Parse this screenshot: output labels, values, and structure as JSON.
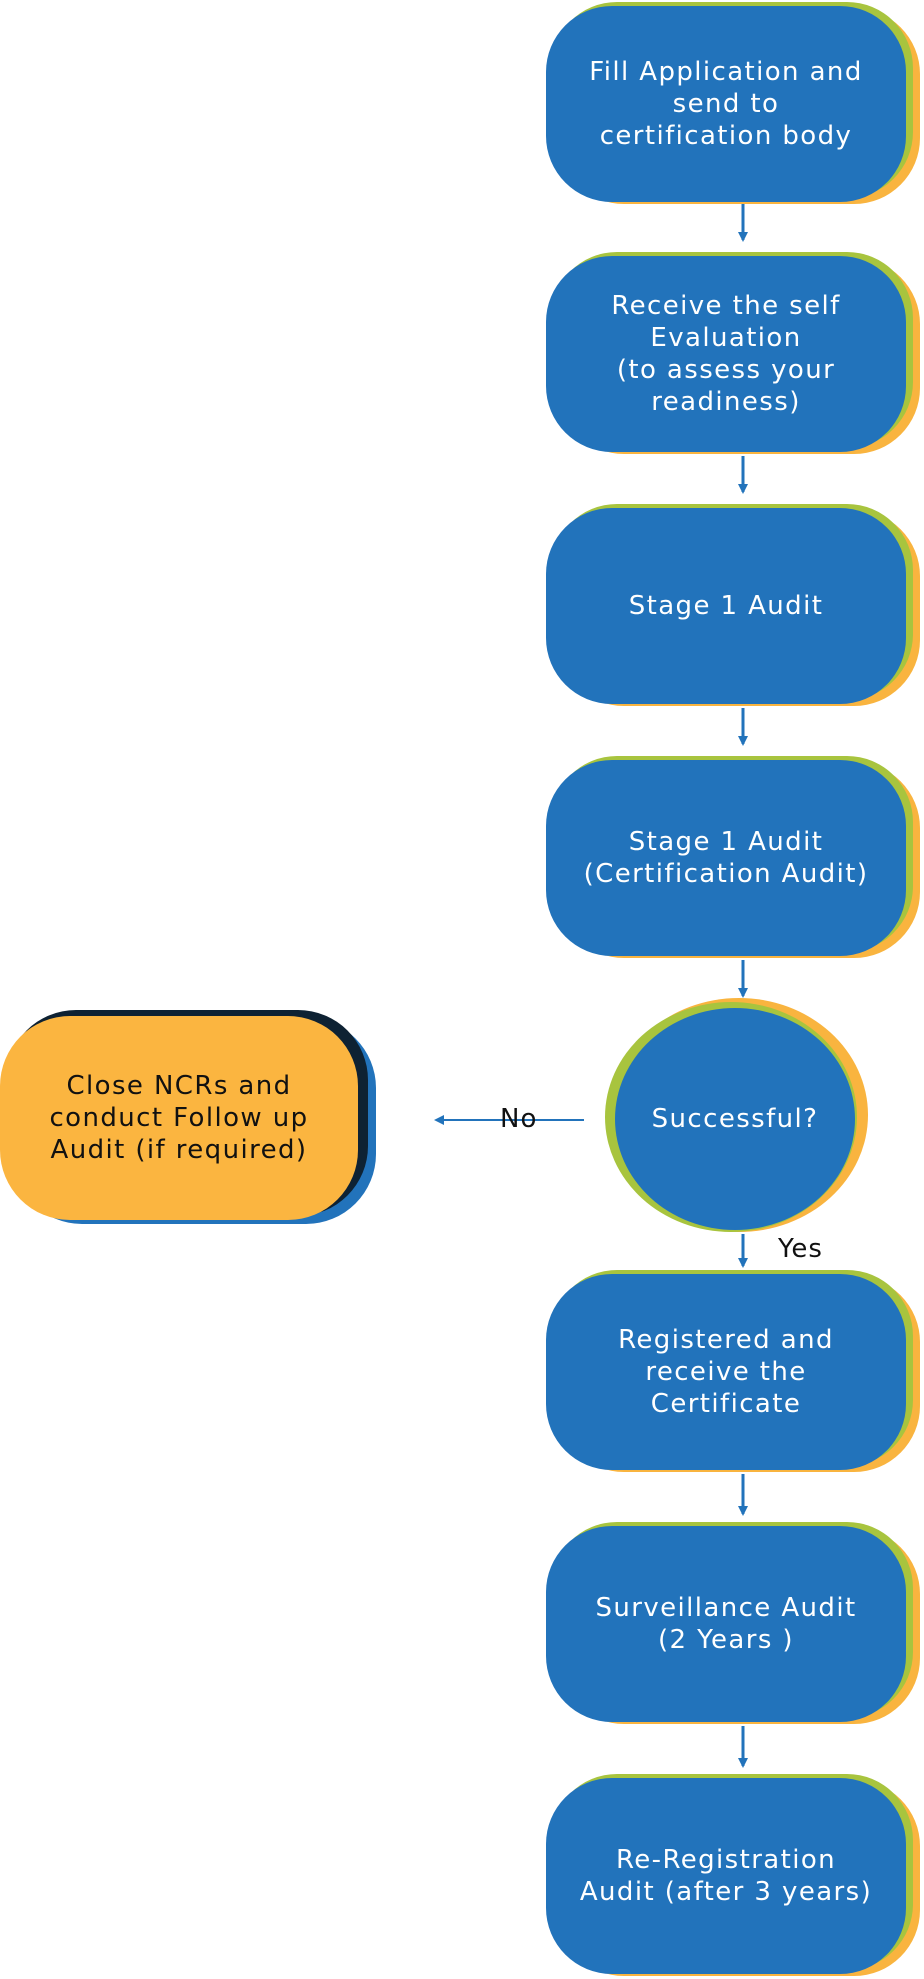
{
  "colors": {
    "node_fill": "#2273BB",
    "node_shadow_green": "#A8C43E",
    "node_shadow_orange": "#F9B43F",
    "side_fill": "#FBB540",
    "side_shadow": "#0E2233",
    "arrow": "#2273BB"
  },
  "steps": [
    {
      "label": "Fill Application and\nsend to\ncertification body"
    },
    {
      "label": "Receive the self\nEvaluation\n(to assess your\nreadiness)"
    },
    {
      "label": "Stage 1 Audit"
    },
    {
      "label": "Stage 1 Audit\n(Certification Audit)"
    },
    {
      "label": "Registered and\nreceive the\nCertificate"
    },
    {
      "label": "Surveillance Audit\n(2 Years )"
    },
    {
      "label": "Re-Registration\nAudit (after 3 years)"
    }
  ],
  "decision": {
    "label": "Successful?"
  },
  "side_action": {
    "label": "Close NCRs and\nconduct Follow up\nAudit (if required)"
  },
  "edges": {
    "no_label": "No",
    "yes_label": "Yes"
  }
}
